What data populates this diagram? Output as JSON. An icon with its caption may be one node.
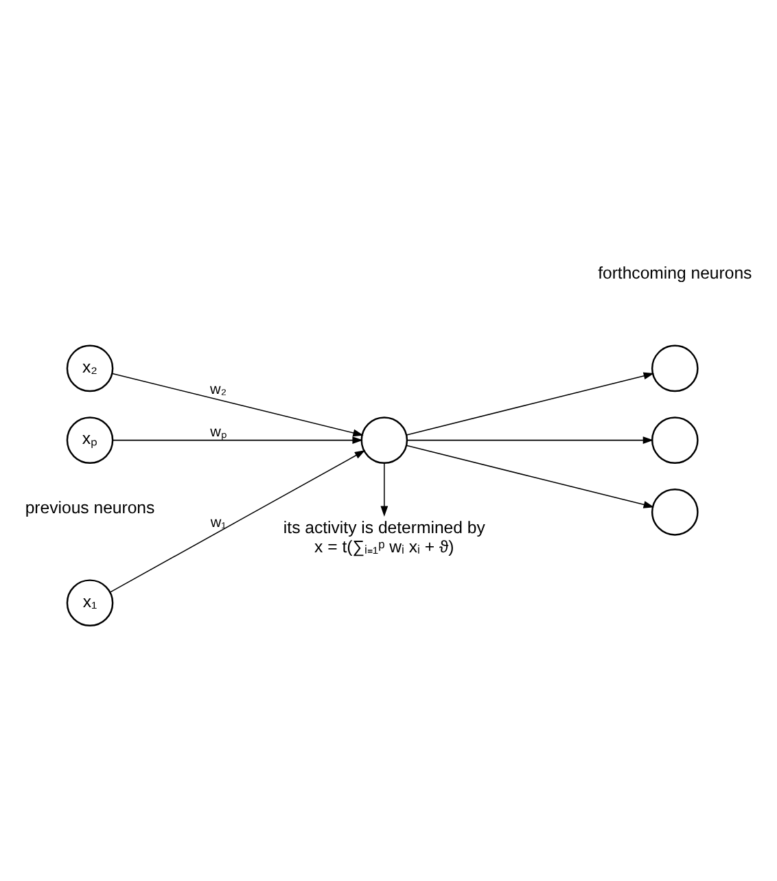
{
  "diagram": {
    "nodes": [
      {
        "text": [
          "x₁"
        ]
      },
      {
        "text": [
          "x₂"
        ]
      },
      {
        "text": [
          "xₚ"
        ]
      },
      {
        "text": [],
        "shape": "circle"
      },
      {
        "text": [],
        "shape": "circle"
      },
      {
        "text": [],
        "shape": "circle"
      },
      {
        "text": [],
        "shape": "circle"
      },
      {
        "text": [
          "its activity is determined by",
          "x = t(∑ᵢ₌₁ᵖ wᵢ xᵢ + ϑ)"
        ]
      }
    ],
    "edges": [
      {
        "from": 0,
        "to": 3,
        "arrow": "to",
        "label": "w₁"
      },
      {
        "from": 1,
        "to": 3,
        "arrow": "to",
        "label": "w₂"
      },
      {
        "from": 2,
        "to": 3,
        "arrow": "to",
        "label": "wₚ"
      },
      {
        "from": 3,
        "to": 4,
        "arrow": "to"
      },
      {
        "from": 3,
        "to": 5,
        "arrow": "to"
      },
      {
        "from": 3,
        "to": 6,
        "arrow": "to"
      },
      {
        "from": 3,
        "to": 7,
        "arrow": "to"
      }
    ],
    "labels": [
      "previous neurons",
      "forthcoming neurons"
    ]
  }
}
